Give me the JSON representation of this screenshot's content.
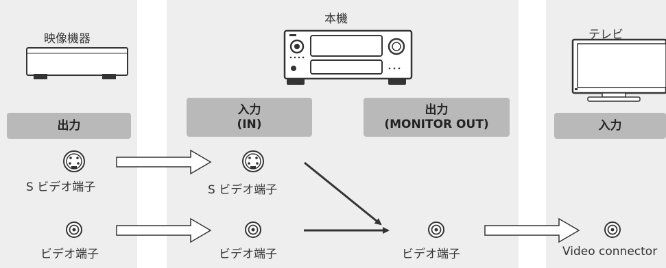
{
  "source": {
    "title": "映像機器",
    "output_header": "出力"
  },
  "unit": {
    "title": "本機",
    "input_header": [
      "入力",
      "(IN)"
    ],
    "output_header": [
      "出力",
      "(MONITOR OUT)"
    ]
  },
  "tv": {
    "title": "テレビ",
    "input_header": "入力"
  },
  "connectors": {
    "s_video": "S ビデオ端子",
    "video": "ビデオ端子",
    "video_en": "Video connector"
  },
  "colors": {
    "column_bg": "#eeeeee",
    "header_bg": "#b9b9b9",
    "stroke": "#333333"
  }
}
